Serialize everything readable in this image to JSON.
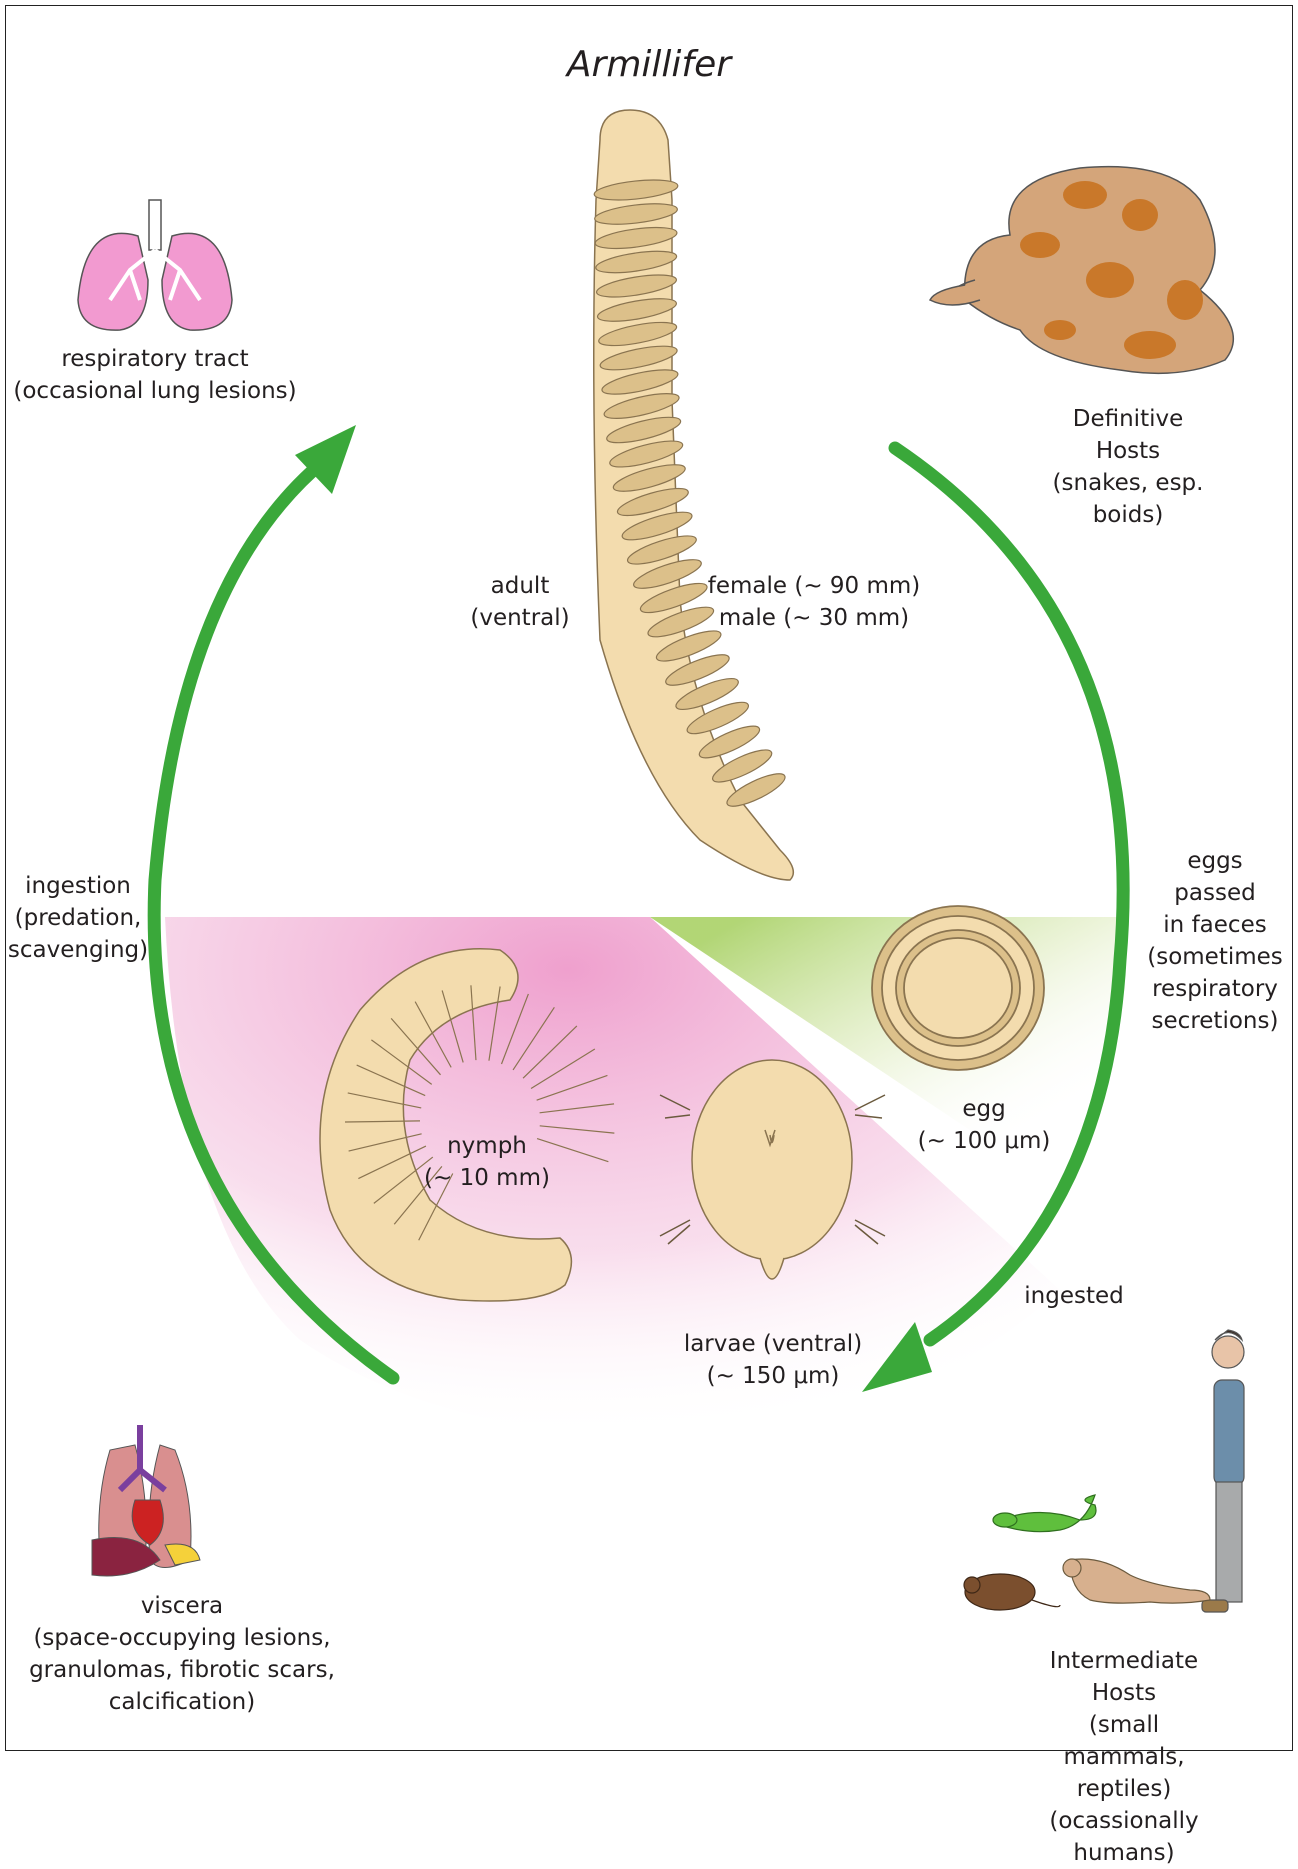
{
  "title": "Armillifer",
  "labels": {
    "respiratory": "respiratory tract\n(occasional lung lesions)",
    "definitive_hosts": "Definitive Hosts\n(snakes, esp. boids)",
    "adult": "adult\n(ventral)",
    "adult_size": "female (~ 90 mm)\nmale (~ 30 mm)",
    "eggs_passed": "eggs passed\nin faeces\n(sometimes\nrespiratory\nsecretions)",
    "ingestion": "ingestion\n(predation,\nscavenging)",
    "egg": "egg\n(~ 100 μm)",
    "nymph": "nymph\n(~ 10 mm)",
    "larvae": "larvae (ventral)\n(~ 150 μm)",
    "ingested": "ingested",
    "viscera": "viscera\n(space-occupying lesions,\ngranulomas, fibrotic scars,\ncalcification)",
    "intermediate_hosts": "Intermediate Hosts\n(small mammals, reptiles)\n(ocassionally humans)"
  },
  "colors": {
    "arrow_green": "#3aa83a",
    "body_tan": "#f3dcae",
    "ring_tan": "#dcc08a",
    "outline": "#8a7450",
    "lung_pink": "#f29ad0",
    "snake_brown": "#d4a57a",
    "snake_spot": "#c9782a",
    "pink_zone": "#f2c6e0",
    "green_zone": "#c7e09a"
  }
}
